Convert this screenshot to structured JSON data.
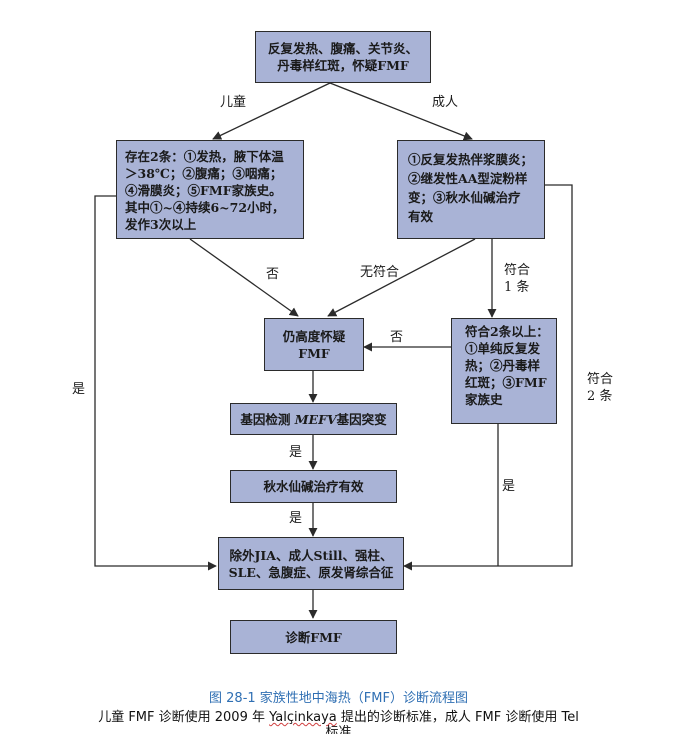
{
  "top_box": [
    "反复发热、腹痛、关节炎、",
    "丹毒样红斑，怀疑FMF"
  ],
  "branch_child": "儿童",
  "branch_adult": "成人",
  "child_criteria": [
    "存在2条：①发热，腋下体温",
    "＞38℃；②腹痛；③咽痛；",
    "④滑膜炎；⑤FMF家族史。",
    "其中①~④持续6~72小时，",
    "发作3次以上"
  ],
  "adult_criteria": [
    "①反复发热伴浆膜炎；",
    "②继发性AA型淀粉样",
    "变；③秋水仙碱治疗",
    "有效"
  ],
  "label_no_1": "否",
  "label_none_match": "无符合",
  "label_match_one": "符合\n1 条",
  "label_no_2": "否",
  "label_yes_left": "是",
  "label_match_two": "符合\n2 条",
  "label_yes_3": "是",
  "label_yes_4": "是",
  "label_yes_right": "是",
  "suspect_box": [
    "仍高度怀疑",
    "FMF"
  ],
  "minor_criteria": [
    "符合2条以上：",
    "①单纯反复发",
    "热；②丹毒样",
    "红斑；③FMF",
    "家族史"
  ],
  "gene_test": {
    "pre": "基因检测 ",
    "gene": "MEFV",
    "post": "基因突变"
  },
  "colchicine_box": "秋水仙碱治疗有效",
  "exclude_box": [
    "除外JIA、成人Still、强柱、",
    "SLE、急腹症、原发肾综合征"
  ],
  "diagnosis_box": "诊断FMF",
  "caption": {
    "title": "图 28-1  家族性地中海热（FMF）诊断流程图",
    "line_pre": "儿童 FMF 诊断使用 2009 年 ",
    "line_name": "Yalçinkaya",
    "line_post": " 提出的诊断标准，成人 FMF 诊断使用 Tel",
    "line3_fragment": "标准"
  },
  "colors": {
    "box_fill": "#a9b3d6",
    "caption_blue": "#2f6fb3",
    "line": "#2b2b2b"
  }
}
